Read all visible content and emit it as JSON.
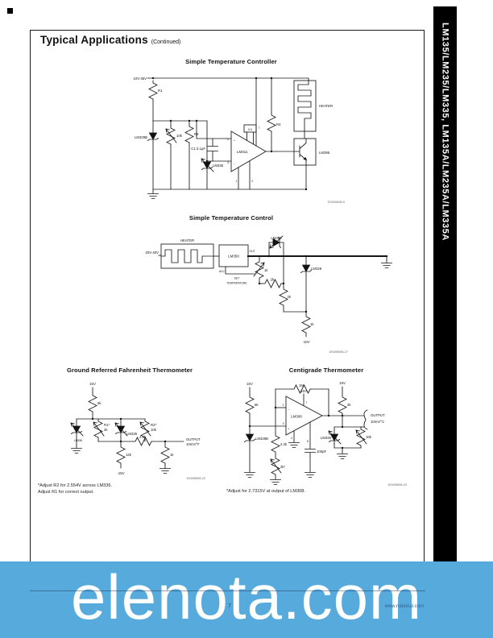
{
  "header": {
    "title": "Typical Applications",
    "continued": "(Continued)"
  },
  "sidebar": {
    "part_numbers": "LM135/LM235/LM335, LM135A/LM235A/LM335A"
  },
  "footer": {
    "page_number": "7",
    "website": "www.national.com"
  },
  "watermark": {
    "text": "elenota.com",
    "background": "#57AADC",
    "text_color": "#FFFFFF"
  },
  "circuits": [
    {
      "title": "Simple Temperature Controller",
      "caption": "DS005698-9",
      "labels": {
        "supply": "10V-35V",
        "r1": "R1",
        "ref": "LM329B",
        "pot": "10k",
        "r2": "R2",
        "sensor": "LM335",
        "cap": "C1 0.1μF",
        "opamp": "LM311",
        "pin2": "2",
        "pin3": "3",
        "pin7": "7",
        "pin1": "1",
        "pin4": "4",
        "pin56": "5 6",
        "plus": "+",
        "minus": "−",
        "r4": "R4",
        "heater": "HEATER",
        "transistor": "LM395"
      }
    },
    {
      "title": "Simple Temperature Control",
      "caption": "DS005698-27",
      "labels": {
        "supply": "20V-40V",
        "heater": "HEATER",
        "regulator": "LM350",
        "out": "OUT",
        "adj": "ADJ",
        "set1": "SET",
        "set2": "TEMPERATURE",
        "sensor": "LM335",
        "pot": "1k",
        "r1": "2k",
        "r2": "2k",
        "zener": "LM329",
        "r3": "1k",
        "vneg": "-10V"
      }
    },
    {
      "title": "Ground Referred Fahrenheit Thermometer",
      "caption": "DS005698-22",
      "labels": {
        "supply": "15V",
        "rtop": "6k",
        "ref": "LM336",
        "pot_left_name": "R1*",
        "pot_left_value": "2k",
        "sensor": "LM335",
        "pot_right_name": "R2*",
        "pot_right_value": "10k",
        "rseries": "4.5k",
        "output1": "OUTPUT",
        "output2": "10mV/°F",
        "rmid": "12k",
        "vneg": "-15V",
        "rright": "1k"
      },
      "footnotes": [
        "*Adjust R2 for 2.554V across LM336.",
        "Adjust R1 for correct output."
      ]
    },
    {
      "title": "Centigrade Thermometer",
      "caption": "DS005698-23",
      "labels": {
        "supply_left": "15V",
        "r_left": "6k",
        "ref": "LM329B",
        "r_mid": "2.2k",
        "pot_mid": "2k*",
        "opamp": "LM308",
        "pin2": "2",
        "pin3": "3",
        "pin4": "4",
        "pin7": "7",
        "pin8": "8",
        "plus": "+",
        "minus": "−",
        "vplus": "15V",
        "r_fb": "1M",
        "supply_right": "15V",
        "r_right": "2k",
        "output1": "OUTPUT",
        "output2": "10mV/°C",
        "sensor": "LM335",
        "pot_right": "10k",
        "cap": "100pF"
      },
      "footnotes": [
        "*Adjust for 2.7315V at output of LM308."
      ]
    }
  ]
}
